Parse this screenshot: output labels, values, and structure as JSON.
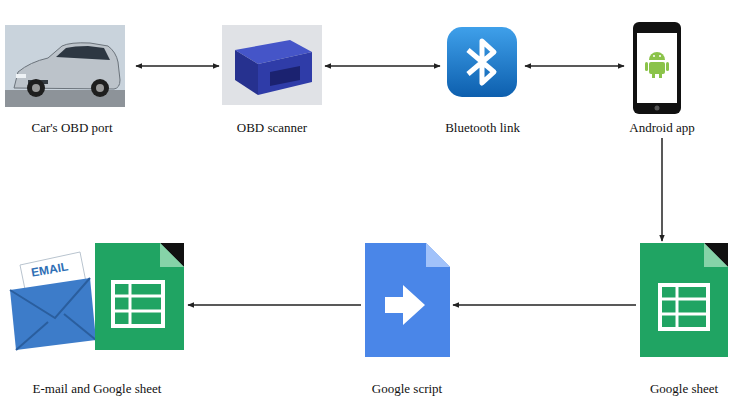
{
  "diagram": {
    "nodes": [
      {
        "text": [
          "Car's OBD port"
        ]
      },
      {
        "text": [
          "OBD scanner"
        ]
      },
      {
        "text": [
          "Bluetooth link"
        ]
      },
      {
        "text": [
          "Android app"
        ]
      },
      {
        "text": [
          "Google sheet"
        ]
      },
      {
        "text": [
          "Google script"
        ]
      },
      {
        "text": [
          "E-mail and Google sheet"
        ]
      }
    ],
    "edges": [
      {
        "from": 0,
        "to": 1,
        "arrow": "both"
      },
      {
        "from": 1,
        "to": 2,
        "arrow": "both"
      },
      {
        "from": 2,
        "to": 3,
        "arrow": "both"
      },
      {
        "from": 3,
        "to": 4,
        "arrow": "to"
      },
      {
        "from": 4,
        "to": 5,
        "arrow": "to"
      },
      {
        "from": 5,
        "to": 6,
        "arrow": "to"
      }
    ],
    "labels": [
      "EMAIL"
    ]
  }
}
